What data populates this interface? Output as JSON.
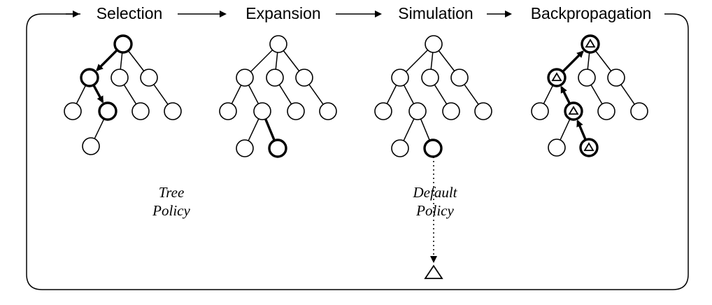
{
  "stages": [
    {
      "id": "selection",
      "label": "Selection"
    },
    {
      "id": "expansion",
      "label": "Expansion"
    },
    {
      "id": "simulation",
      "label": "Simulation"
    },
    {
      "id": "backpropagation",
      "label": "Backpropagation"
    }
  ],
  "policies": {
    "tree_policy": [
      "Tree",
      "Policy"
    ],
    "default_policy": [
      "Default",
      "Policy"
    ]
  },
  "trees": {
    "selection": {
      "highlighted_path": [
        "root",
        "a",
        "a2"
      ],
      "arrows": true
    },
    "expansion": {
      "highlighted_path": [
        "b2child2"
      ],
      "arrows": false
    },
    "simulation": {
      "highlighted_path": [
        "b2child2"
      ],
      "rollout_to_terminal": true
    },
    "backpropagation": {
      "highlighted_path": [
        "root",
        "a",
        "a2",
        "a2child"
      ],
      "arrows": true,
      "triangle_marks": true
    }
  },
  "colors": {
    "line": "#000000",
    "background": "#ffffff"
  }
}
